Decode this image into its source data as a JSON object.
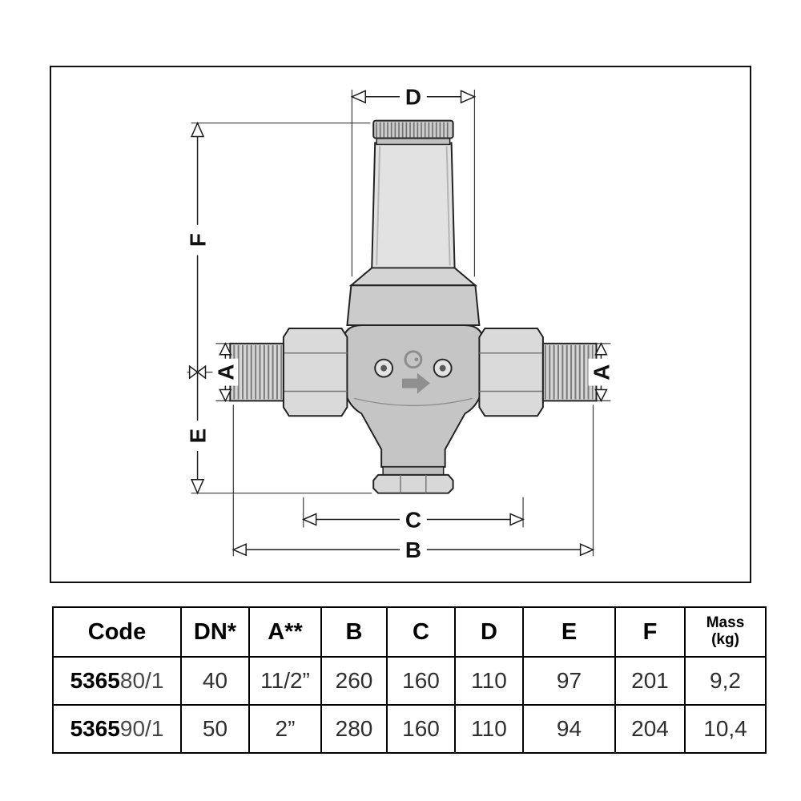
{
  "colors": {
    "line": "#1c1c1c",
    "metal_light": "#e2e2e2",
    "metal_mid": "#c5c5c5",
    "metal_dark": "#8f8f8f"
  },
  "diagram": {
    "dimension_labels": {
      "d": "D",
      "f": "F",
      "e": "E",
      "a_left": "A",
      "a_right": "A",
      "c": "C",
      "b": "B"
    }
  },
  "table": {
    "headers": {
      "code": "Code",
      "dn": "DN*",
      "a": "A**",
      "b": "B",
      "c": "C",
      "d": "D",
      "e": "E",
      "f": "F",
      "mass_line1": "Mass",
      "mass_line2": "(kg)"
    },
    "rows": [
      {
        "code_bold": "5365",
        "code_rest": "80/1",
        "dn": "40",
        "a": "11/2”",
        "b": "260",
        "c": "160",
        "d": "110",
        "e": "97",
        "f": "201",
        "mass": "9,2"
      },
      {
        "code_bold": "5365",
        "code_rest": "90/1",
        "dn": "50",
        "a": "2”",
        "b": "280",
        "c": "160",
        "d": "110",
        "e": "94",
        "f": "204",
        "mass": "10,4"
      }
    ]
  }
}
